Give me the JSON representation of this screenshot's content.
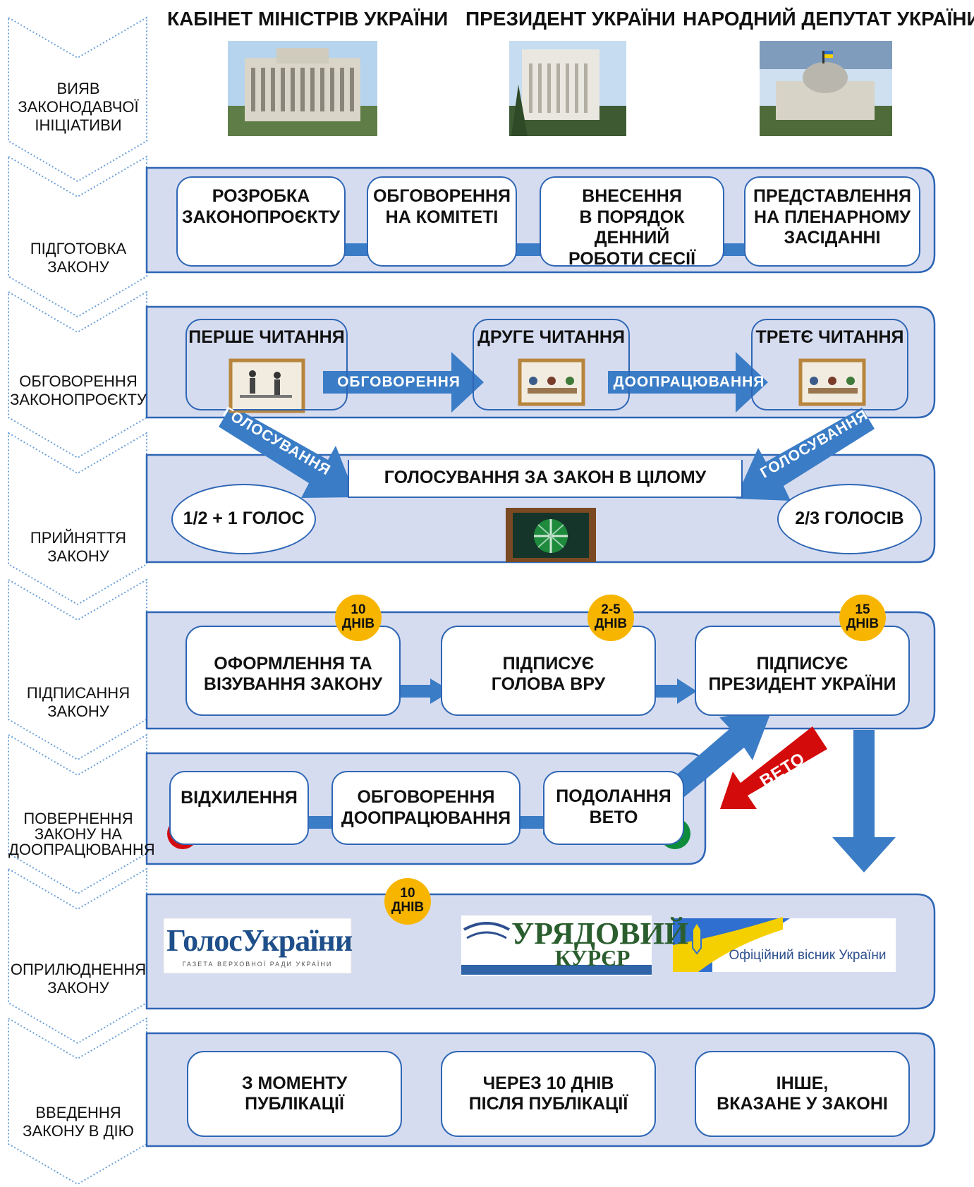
{
  "colors": {
    "panel_fill": "#d6dcf0",
    "panel_stroke": "#2e66b5",
    "arrow_blue": "#3a7cc6",
    "badge_orange": "#f7b500",
    "veto_red": "#d40b0b",
    "dot_red": "#d4090f",
    "dot_green": "#0d8c3c",
    "chevron_stroke": "#6aa0d8"
  },
  "header": {
    "cabinet": "КАБІНЕТ МІНІСТРІВ УКРАЇНИ",
    "president": "ПРЕЗИДЕНТ УКРАЇНИ",
    "deputy": "НАРОДНИЙ ДЕПУТАТ УКРАЇНИ"
  },
  "stages": [
    "ВИЯВ ЗАКОНОДАВЧОЇ ІНІЦІАТИВИ",
    "ПІДГОТОВКА ЗАКОНУ",
    "ОБГОВОРЕННЯ ЗАКОНОПРОЄКТУ",
    "ПРИЙНЯТТЯ ЗАКОНУ",
    "ПІДПИСАННЯ ЗАКОНУ",
    "ПОВЕРНЕННЯ ЗАКОНУ НА ДООПРАЦЮВАННЯ",
    "ОПРИЛЮДНЕННЯ ЗАКОНУ",
    "ВВЕДЕННЯ ЗАКОНУ В ДІЮ"
  ],
  "stage_lines": [
    [
      "ВИЯВ",
      "ЗАКОНОДАВЧОЇ",
      "ІНІЦІАТИВИ"
    ],
    [
      "ПІДГОТОВКА",
      "ЗАКОНУ"
    ],
    [
      "ОБГОВОРЕННЯ",
      "ЗАКОНОПРОЄКТУ"
    ],
    [
      "ПРИЙНЯТТЯ",
      "ЗАКОНУ"
    ],
    [
      "ПІДПИСАННЯ",
      "ЗАКОНУ"
    ],
    [
      "ПОВЕРНЕННЯ",
      "ЗАКОНУ НА",
      "ДООПРАЦЮВАННЯ"
    ],
    [
      "ОПРИЛЮДНЕННЯ",
      "ЗАКОНУ"
    ],
    [
      "ВВЕДЕННЯ",
      "ЗАКОНУ В ДІЮ"
    ]
  ],
  "preparation": [
    [
      "РОЗРОБКА",
      "ЗАКОНОПРОЄКТУ"
    ],
    [
      "ОБГОВОРЕННЯ",
      "НА КОМІТЕТІ"
    ],
    [
      "ВНЕСЕННЯ",
      "В ПОРЯДОК ДЕННИЙ",
      "РОБОТИ СЕСІЇ"
    ],
    [
      "ПРЕДСТАВЛЕННЯ",
      "НА ПЛЕНАРНОМУ",
      "ЗАСІДАННІ"
    ]
  ],
  "readings": {
    "first": "ПЕРШЕ ЧИТАННЯ",
    "second": "ДРУГЕ ЧИТАННЯ",
    "third": "ТРЕТЄ ЧИТАННЯ",
    "arrow_discussion": "ОБГОВОРЕННЯ",
    "arrow_revision": "ДООПРАЦЮВАННЯ",
    "vote_left": "ГОЛОСУВАННЯ",
    "vote_right": "ГОЛОСУВАННЯ"
  },
  "adoption": {
    "title": "ГОЛОСУВАННЯ ЗА ЗАКОН В ЦІЛОМУ",
    "left": "1/2 + 1 ГОЛОС",
    "right": "2/3 ГОЛОСІВ"
  },
  "signing": {
    "boxes": [
      [
        "ОФОРМЛЕННЯ ТА",
        "ВІЗУВАННЯ ЗАКОНУ"
      ],
      [
        "ПІДПИСУЄ",
        "ГОЛОВА ВРУ"
      ],
      [
        "ПІДПИСУЄ",
        "ПРЕЗИДЕНТ УКРАЇНИ"
      ]
    ],
    "badges": [
      [
        "10",
        "ДНІВ"
      ],
      [
        "2-5",
        "ДНІВ"
      ],
      [
        "15",
        "ДНІВ"
      ]
    ]
  },
  "return": {
    "rejection": "ВІДХИЛЕННЯ",
    "discussion": [
      "ОБГОВОРЕННЯ",
      "ДООПРАЦЮВАННЯ"
    ],
    "override": [
      "ПОДОЛАННЯ",
      "ВЕТО"
    ],
    "veto": "ВЕТО"
  },
  "publication": {
    "badge": [
      "10",
      "ДНІВ"
    ],
    "golos_title": "ГолосУкраїни",
    "golos_sub": "ГАЗЕТА ВЕРХОВНОЇ РАДИ УКРАЇНИ",
    "uryadovyi_1": "УРЯДОВИЙ",
    "uryadovyi_2": "КУРЄР",
    "visnyk": "Офіційний вісник України"
  },
  "effect": [
    [
      "З МОМЕНТУ",
      "ПУБЛІКАЦІЇ"
    ],
    [
      "ЧЕРЕЗ 10 ДНІВ",
      "ПІСЛЯ ПУБЛІКАЦІЇ"
    ],
    [
      "ІНШЕ,",
      "ВКАЗАНЕ У ЗАКОНІ"
    ]
  ]
}
